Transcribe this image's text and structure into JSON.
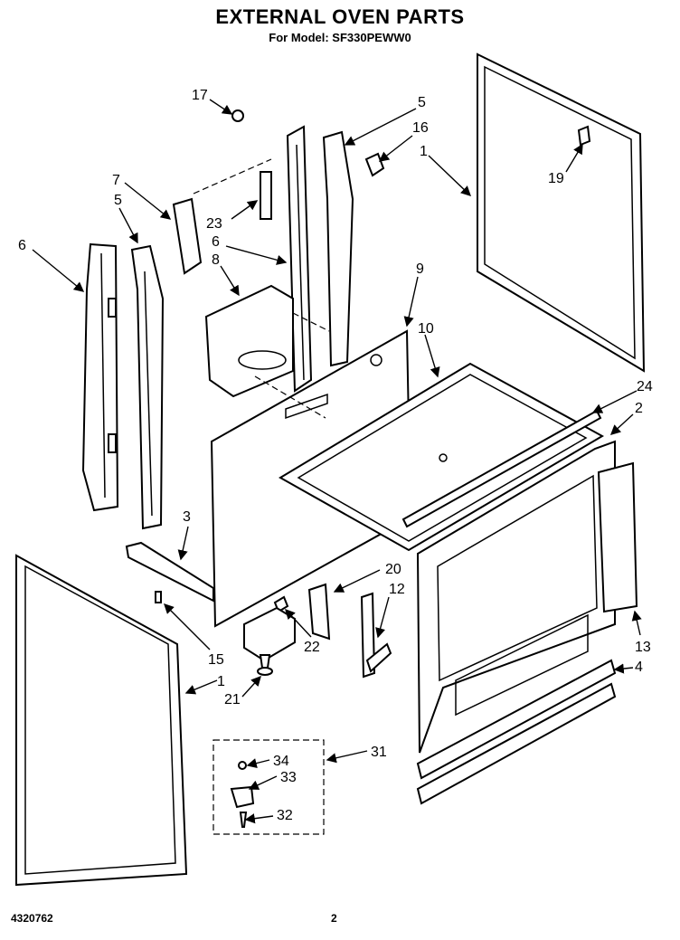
{
  "header": {
    "title": "EXTERNAL OVEN PARTS",
    "subtitle": "For Model: SF330PEWW0"
  },
  "footer": {
    "doc_number": "4320762",
    "page_number": "2"
  },
  "callouts": {
    "c17": "17",
    "c5a": "5",
    "c16": "16",
    "c1a": "1",
    "c19": "19",
    "c7": "7",
    "c5b": "5",
    "c23": "23",
    "c6a": "6",
    "c6b": "6",
    "c8": "8",
    "c9": "9",
    "c10": "10",
    "c24": "24",
    "c2": "2",
    "c3": "3",
    "c20": "20",
    "c12": "12",
    "c15": "15",
    "c22": "22",
    "c1b": "1",
    "c21": "21",
    "c13": "13",
    "c4": "4",
    "c31": "31",
    "c34": "34",
    "c33": "33",
    "c32": "32"
  }
}
